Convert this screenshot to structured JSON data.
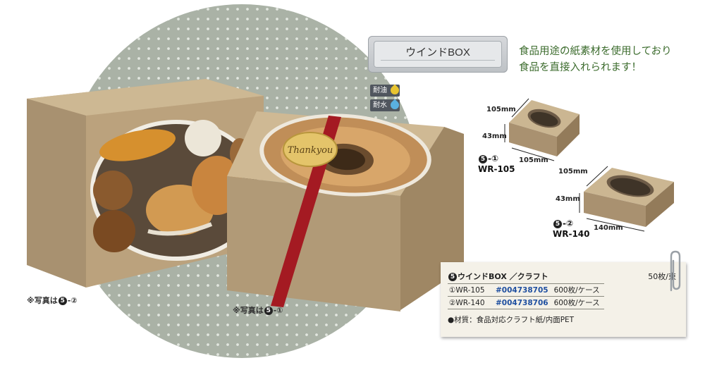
{
  "product_photos": {
    "left_caption_prefix": "※写真は",
    "left_caption_number": "5",
    "left_caption_suffix": "-②",
    "right_caption_prefix": "※写真は",
    "right_caption_number": "5",
    "right_caption_suffix": "-①",
    "thankyou_label": "Thankyou"
  },
  "title_plate": {
    "title": "ウインドBOX"
  },
  "tagline": {
    "line1": "食品用途の紙素材を使用しており",
    "line2": "食品を直接入れられます！"
  },
  "badges": [
    {
      "label": "耐油",
      "drop_color": "#e8c430"
    },
    {
      "label": "耐水",
      "drop_color": "#5ab0e0"
    }
  ],
  "diagram_105": {
    "height": "105mm",
    "depth": "43mm",
    "width": "105mm",
    "number": "5",
    "sub": "-①",
    "model": "WR-105"
  },
  "diagram_140": {
    "height": "105mm",
    "depth": "43mm",
    "width": "140mm",
    "number": "5",
    "sub": "-②",
    "model": "WR-140"
  },
  "spec": {
    "number": "5",
    "heading": "ウインドBOX ／クラフト",
    "pack_unit": "50枚/束",
    "rows": [
      {
        "model": "①WR-105",
        "code": "#004738705",
        "qty": "600枚/ケース"
      },
      {
        "model": "②WR-140",
        "code": "#004738706",
        "qty": "600枚/ケース"
      }
    ],
    "material": "●材質：食品対応クラフト紙/内面PET"
  },
  "colors": {
    "kraft": "#b59e7c",
    "kraft_dark": "#9c8462",
    "ribbon": "#a41a22",
    "tagline_green": "#3b6b2c",
    "code_blue": "#1f4fa0"
  }
}
